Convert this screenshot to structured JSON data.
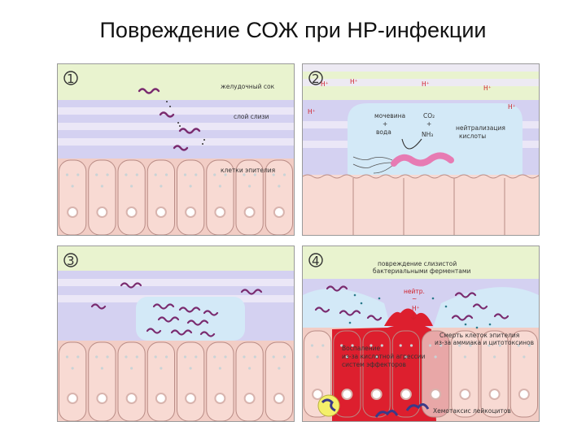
{
  "title": "Повреждение СОЖ при НР-инфекции",
  "panels": [
    {
      "number": "1",
      "labels": {
        "gastric_juice": "желудочный сок",
        "mucus_layer": "слой слизи",
        "epithelial_cells": "клетки эпителия"
      }
    },
    {
      "number": "2",
      "labels": {
        "h_plus": "H⁺",
        "urea": "мочевина",
        "plus": "+",
        "water": "вода",
        "co2": "CO₂",
        "nh3": "NH₃",
        "neutralization": "нейтрализация",
        "of_acid": "кислоты"
      }
    },
    {
      "number": "3"
    },
    {
      "number": "4",
      "labels": {
        "damage_line1": "повреждение слизистой",
        "damage_line2": "бактериальными ферментами",
        "neutralization_short": "нейтр.",
        "h_plus": "H⁺",
        "arrow_sep": "~",
        "cell_death_line1": "Смерть клеток эпителия",
        "cell_death_line2": "из-за аммиака и цитотоксинов",
        "inflammation_line1": "Воспаление",
        "inflammation_line2": "из-за кислотной агрессии",
        "inflammation_line3": "систем эффекторов",
        "chemotaxis": "Хемотаксис лейкоцитов"
      }
    }
  ],
  "colors": {
    "gastric_juice": "#e9f3cf",
    "mucus": "#d4d1f1",
    "cell_fill": "#f8dad3",
    "cell_stroke": "#b98c86",
    "neutral_zone": "#d3e9f7",
    "bacteria": "#7a2b6f",
    "inflamed": "#dd1f2e",
    "h_plus": "#d0202a"
  }
}
